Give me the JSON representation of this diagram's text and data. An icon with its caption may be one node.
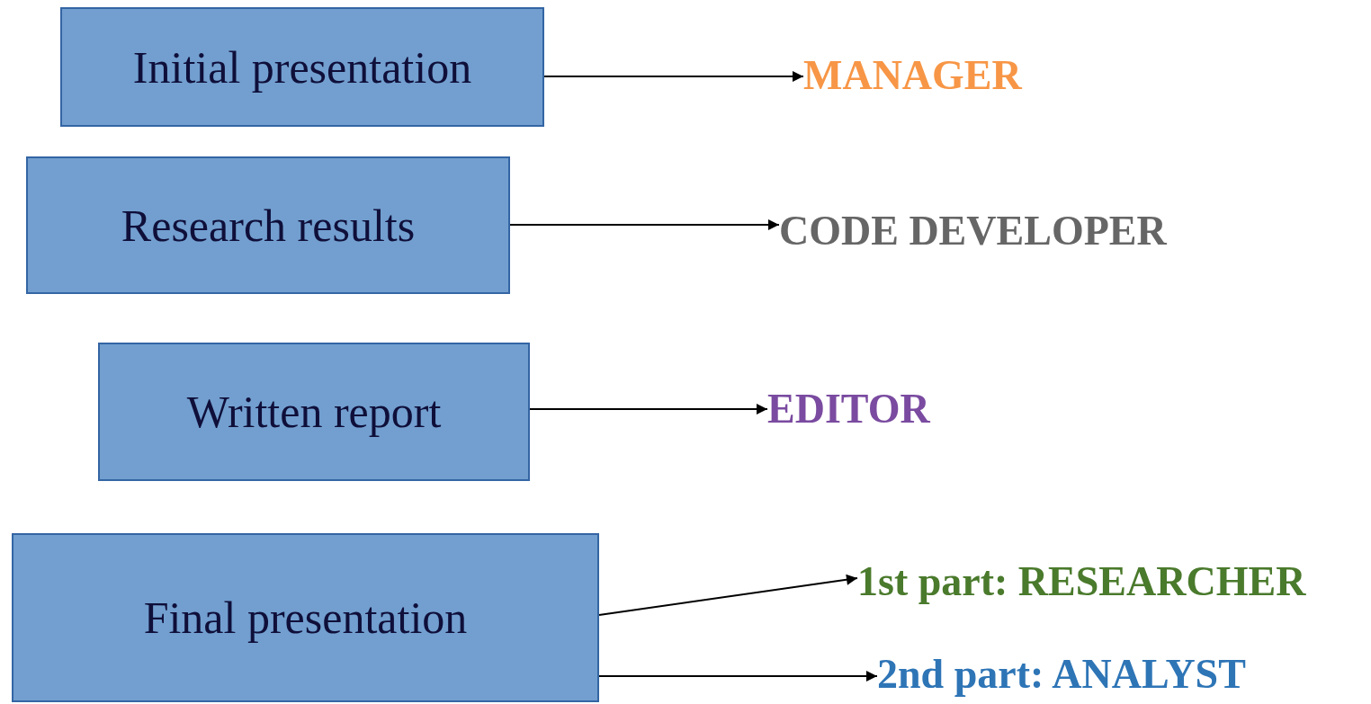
{
  "diagram": {
    "nodes": [
      {
        "text": [
          "Initial presentation"
        ]
      },
      {
        "text": [
          "Research results"
        ]
      },
      {
        "text": [
          "Written report"
        ]
      },
      {
        "text": [
          "Final presentation"
        ]
      },
      {
        "text": [
          "MANAGER"
        ]
      },
      {
        "text": [
          "CODE DEVELOPER"
        ]
      },
      {
        "text": [
          "EDITOR"
        ]
      },
      {
        "text": [
          "1st part: RESEARCHER"
        ]
      },
      {
        "text": [
          "2nd part: ANALYST"
        ]
      }
    ],
    "edges": [
      {
        "from": 0,
        "to": 4,
        "arrow": "to"
      },
      {
        "from": 1,
        "to": 5,
        "arrow": "to"
      },
      {
        "from": 2,
        "to": 6,
        "arrow": "to"
      },
      {
        "from": 3,
        "to": 7,
        "arrow": "to"
      },
      {
        "from": 3,
        "to": 8,
        "arrow": "to"
      }
    ]
  }
}
